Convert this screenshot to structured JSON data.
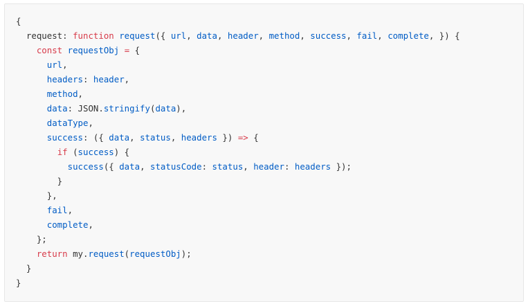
{
  "colors": {
    "keyword": "#d73a49",
    "identifier": "#005cc5",
    "punctuation": "#333333",
    "background": "#f8f8f8",
    "border": "#e6e6e6"
  },
  "code": {
    "language": "javascript",
    "lines": [
      [
        {
          "t": "p",
          "v": "{"
        }
      ],
      [
        {
          "t": "p",
          "v": "  "
        },
        {
          "t": "p",
          "v": "request: "
        },
        {
          "t": "kw",
          "v": "function"
        },
        {
          "t": "p",
          "v": " "
        },
        {
          "t": "fn",
          "v": "request"
        },
        {
          "t": "p",
          "v": "({ "
        },
        {
          "t": "id",
          "v": "url"
        },
        {
          "t": "p",
          "v": ", "
        },
        {
          "t": "id",
          "v": "data"
        },
        {
          "t": "p",
          "v": ", "
        },
        {
          "t": "id",
          "v": "header"
        },
        {
          "t": "p",
          "v": ", "
        },
        {
          "t": "id",
          "v": "method"
        },
        {
          "t": "p",
          "v": ", "
        },
        {
          "t": "id",
          "v": "success"
        },
        {
          "t": "p",
          "v": ", "
        },
        {
          "t": "id",
          "v": "fail"
        },
        {
          "t": "p",
          "v": ", "
        },
        {
          "t": "id",
          "v": "complete"
        },
        {
          "t": "p",
          "v": ", }) {"
        }
      ],
      [
        {
          "t": "p",
          "v": "    "
        },
        {
          "t": "kw",
          "v": "const"
        },
        {
          "t": "p",
          "v": " "
        },
        {
          "t": "id",
          "v": "requestObj"
        },
        {
          "t": "p",
          "v": " "
        },
        {
          "t": "kw",
          "v": "="
        },
        {
          "t": "p",
          "v": " {"
        }
      ],
      [
        {
          "t": "p",
          "v": "      "
        },
        {
          "t": "id",
          "v": "url"
        },
        {
          "t": "p",
          "v": ","
        }
      ],
      [
        {
          "t": "p",
          "v": "      "
        },
        {
          "t": "id",
          "v": "headers"
        },
        {
          "t": "p",
          "v": ": "
        },
        {
          "t": "id",
          "v": "header"
        },
        {
          "t": "p",
          "v": ","
        }
      ],
      [
        {
          "t": "p",
          "v": "      "
        },
        {
          "t": "id",
          "v": "method"
        },
        {
          "t": "p",
          "v": ","
        }
      ],
      [
        {
          "t": "p",
          "v": "      "
        },
        {
          "t": "id",
          "v": "data"
        },
        {
          "t": "p",
          "v": ": JSON."
        },
        {
          "t": "fn",
          "v": "stringify"
        },
        {
          "t": "p",
          "v": "("
        },
        {
          "t": "id",
          "v": "data"
        },
        {
          "t": "p",
          "v": "),"
        }
      ],
      [
        {
          "t": "p",
          "v": "      "
        },
        {
          "t": "id",
          "v": "dataType"
        },
        {
          "t": "p",
          "v": ","
        }
      ],
      [
        {
          "t": "p",
          "v": "      "
        },
        {
          "t": "id",
          "v": "success"
        },
        {
          "t": "p",
          "v": ": ({ "
        },
        {
          "t": "id",
          "v": "data"
        },
        {
          "t": "p",
          "v": ", "
        },
        {
          "t": "id",
          "v": "status"
        },
        {
          "t": "p",
          "v": ", "
        },
        {
          "t": "id",
          "v": "headers"
        },
        {
          "t": "p",
          "v": " }) "
        },
        {
          "t": "kw",
          "v": "=>"
        },
        {
          "t": "p",
          "v": " {"
        }
      ],
      [
        {
          "t": "p",
          "v": "        "
        },
        {
          "t": "kw",
          "v": "if"
        },
        {
          "t": "p",
          "v": " ("
        },
        {
          "t": "id",
          "v": "success"
        },
        {
          "t": "p",
          "v": ") {"
        }
      ],
      [
        {
          "t": "p",
          "v": "          "
        },
        {
          "t": "fn",
          "v": "success"
        },
        {
          "t": "p",
          "v": "({ "
        },
        {
          "t": "id",
          "v": "data"
        },
        {
          "t": "p",
          "v": ", "
        },
        {
          "t": "id",
          "v": "statusCode"
        },
        {
          "t": "p",
          "v": ": "
        },
        {
          "t": "id",
          "v": "status"
        },
        {
          "t": "p",
          "v": ", "
        },
        {
          "t": "id",
          "v": "header"
        },
        {
          "t": "p",
          "v": ": "
        },
        {
          "t": "id",
          "v": "headers"
        },
        {
          "t": "p",
          "v": " });"
        }
      ],
      [
        {
          "t": "p",
          "v": "        }"
        }
      ],
      [
        {
          "t": "p",
          "v": "      },"
        }
      ],
      [
        {
          "t": "p",
          "v": "      "
        },
        {
          "t": "id",
          "v": "fail"
        },
        {
          "t": "p",
          "v": ","
        }
      ],
      [
        {
          "t": "p",
          "v": "      "
        },
        {
          "t": "id",
          "v": "complete"
        },
        {
          "t": "p",
          "v": ","
        }
      ],
      [
        {
          "t": "p",
          "v": "    };"
        }
      ],
      [
        {
          "t": "p",
          "v": "    "
        },
        {
          "t": "kw",
          "v": "return"
        },
        {
          "t": "p",
          "v": " my."
        },
        {
          "t": "fn",
          "v": "request"
        },
        {
          "t": "p",
          "v": "("
        },
        {
          "t": "id",
          "v": "requestObj"
        },
        {
          "t": "p",
          "v": ");"
        }
      ],
      [
        {
          "t": "p",
          "v": "  }"
        }
      ],
      [
        {
          "t": "p",
          "v": "}"
        }
      ]
    ]
  }
}
